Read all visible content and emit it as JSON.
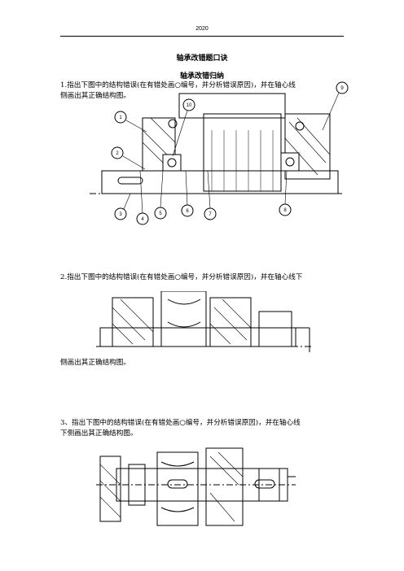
{
  "header": {
    "year": "2020"
  },
  "doc": {
    "title": "轴承改错题口诀",
    "subtitle": "轴承改错归纳"
  },
  "questions": [
    {
      "text_line1": "1.指出下图中的结构错误(在有错处画○编号，并分析错误原因)，并在轴心线",
      "text_line2": "侧画出其正确结构图。",
      "markers": [
        "1",
        "2",
        "3",
        "4",
        "5",
        "6",
        "7",
        "8",
        "9",
        "10"
      ]
    },
    {
      "text_line1": "2.指出下图中的结构错误(在有错处画○编号，并分析错误原因)，并在轴心线下",
      "text_line2": "侧画出其正确结构图。"
    },
    {
      "text_line1": "3、指出下图中的结构错误(在有错处画○编号，并分析错误原因)，并在轴心线",
      "text_line2": "下侧画出其正确结构图。"
    }
  ]
}
